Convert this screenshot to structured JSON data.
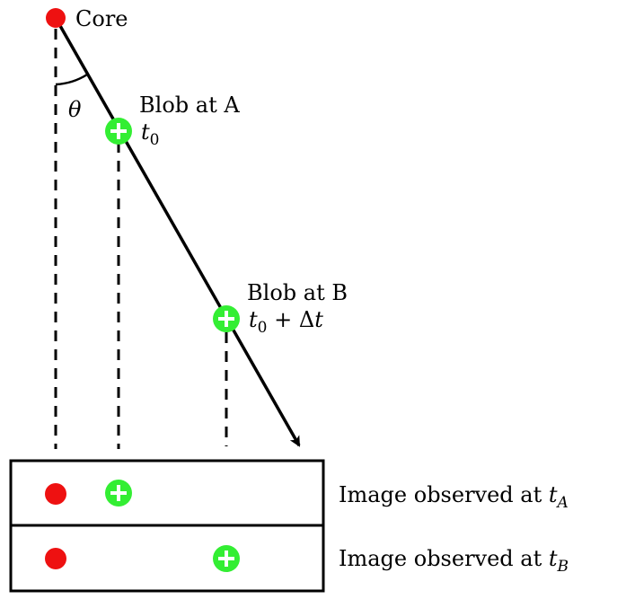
{
  "labels": {
    "core": "Core",
    "theta": "θ",
    "blob_a": "Blob at A",
    "blob_a_time_var": "t",
    "blob_a_time_sub": "0",
    "blob_b": "Blob at B",
    "blob_b_time_var": "t",
    "blob_b_time_sub": "0",
    "blob_b_time_rest": " + Δ",
    "blob_b_time_var2": "t",
    "image_a_prefix": "Image observed at ",
    "image_a_var": "t",
    "image_a_sub": "A",
    "image_b_prefix": "Image observed at ",
    "image_b_var": "t",
    "image_b_sub": "B"
  },
  "colors": {
    "core": "#ee1111",
    "blob": "#33ee33",
    "line": "#000000",
    "background": "#ffffff"
  }
}
